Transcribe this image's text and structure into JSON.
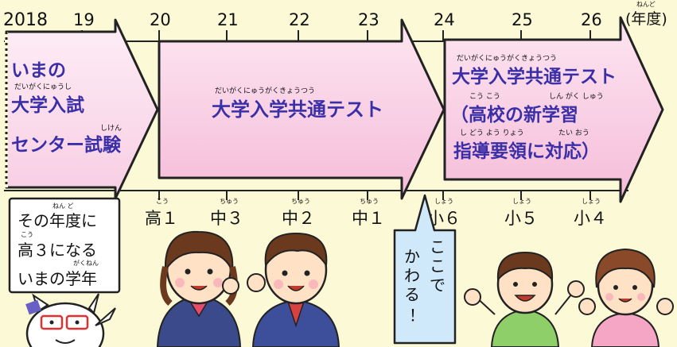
{
  "timeline": {
    "year_start": "2018",
    "years": [
      "19",
      "20",
      "21",
      "22",
      "23",
      "24",
      "25",
      "26"
    ],
    "unit": "(年度)",
    "unit_ruby": "ねんど",
    "grades": [
      {
        "label": "高１",
        "ruby": "こう"
      },
      {
        "label": "中３",
        "ruby": "ちゅう"
      },
      {
        "label": "中２",
        "ruby": "ちゅう"
      },
      {
        "label": "中１",
        "ruby": "ちゅう"
      },
      {
        "label": "小６",
        "ruby": "しょう"
      },
      {
        "label": "小５",
        "ruby": "しょう"
      },
      {
        "label": "小４",
        "ruby": "しょう"
      }
    ]
  },
  "arrows": {
    "current": {
      "line1": "いまの",
      "line2": "大学入試",
      "line2_ruby": "だいがくにゅうし",
      "line3": "センター試験",
      "line3_ruby": "しけん"
    },
    "common_test": {
      "label": "大学入学共通テスト",
      "ruby": "だいがくにゅうがくきょうつう"
    },
    "new_test": {
      "line1": "大学入学共通テスト",
      "line1_ruby": "だいがくにゅうがくきょうつう",
      "line2": "（高校の新学習",
      "line2_ruby_a": "こう こう",
      "line2_ruby_b": "しん がく しゅう",
      "line3": "指導要領に対応）",
      "line3_ruby_a": "し どう よう りょう",
      "line3_ruby_b": "たい おう"
    }
  },
  "notes": {
    "left_box": {
      "line1": "その年度に",
      "line1_ruby": "ねん ど",
      "line2": "高３になる",
      "line2_ruby": "こう",
      "line3": "いまの学年",
      "line3_ruby": "がくねん"
    },
    "callout": {
      "col1": "ここで",
      "col2": "かわる！"
    }
  },
  "colors": {
    "background": "#fbf9d6",
    "arrow_light": "#fce4f0",
    "arrow_mid": "#f9cfe3",
    "arrow_text": "#3b2fa8",
    "callout_fill": "#cfe9fb"
  }
}
